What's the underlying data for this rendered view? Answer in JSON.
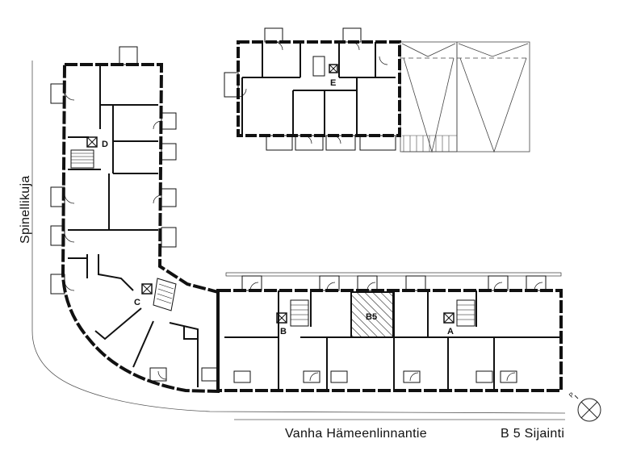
{
  "streets": {
    "west": "Spinellikuja",
    "south": "Vanha Hämeenlinnantie"
  },
  "sheet_label": "B 5 Sijainti",
  "highlighted_unit": "B5",
  "stairwells": {
    "a": "A",
    "b": "B",
    "c": "C",
    "d": "D",
    "e": "E"
  },
  "north_arrow": {
    "letter": "P"
  }
}
